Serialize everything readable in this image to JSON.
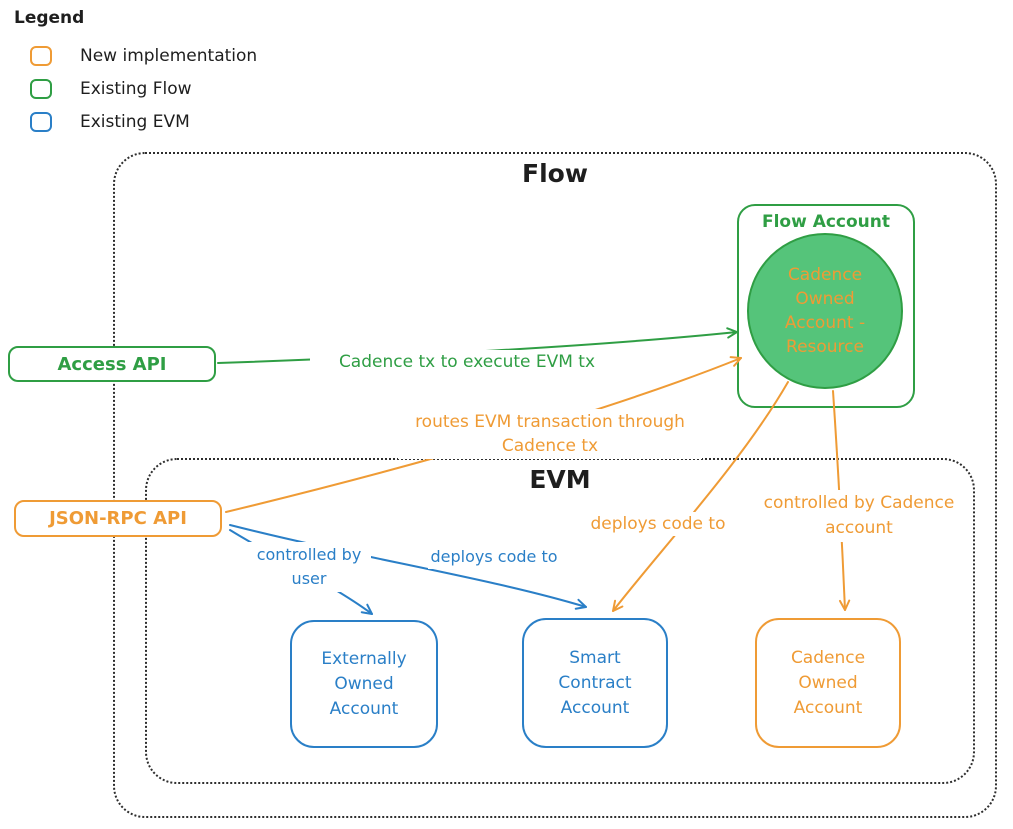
{
  "colors": {
    "new_implementation": "#ef9b35",
    "existing_flow": "#2f9e44",
    "existing_evm": "#2a7fc7",
    "flow_account_fill": "#55c47a"
  },
  "legend": {
    "title": "Legend",
    "items": [
      {
        "label": "New implementation"
      },
      {
        "label": "Existing Flow"
      },
      {
        "label": "Existing EVM"
      }
    ]
  },
  "containers": {
    "flow_title": "Flow",
    "evm_title": "EVM"
  },
  "nodes": {
    "flow_account_title": "Flow Account",
    "cadence_owned_resource": "Cadence\nOwned\nAccount -\nResource",
    "access_api": "Access API",
    "json_rpc_api": "JSON-RPC API",
    "externally_owned_account": "Externally\nOwned\nAccount",
    "smart_contract_account": "Smart\nContract\nAccount",
    "cadence_owned_account": "Cadence\nOwned\nAccount"
  },
  "edges": {
    "cadence_tx_to_execute": "Cadence tx to execute EVM tx",
    "routes_evm_tx": "routes EVM transaction through\nCadence tx",
    "controlled_by_user": "controlled by\nuser",
    "deploys_code_to_blue": "deploys code to",
    "deploys_code_to_orange": "deploys code to",
    "controlled_by_cadence": "controlled by Cadence\naccount"
  }
}
